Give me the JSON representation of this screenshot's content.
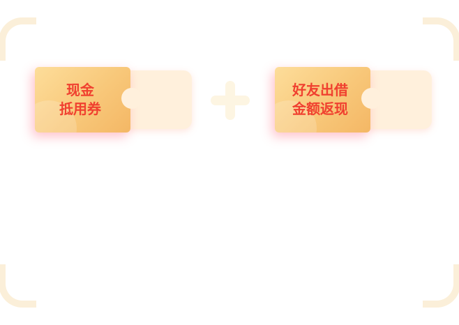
{
  "coupons": [
    {
      "line1": "现金",
      "line2": "抵用券"
    },
    {
      "line1": "好友出借",
      "line2": "金额返现"
    }
  ],
  "plus_icon": "plus-icon",
  "colors": {
    "coupon_text": "#f0402f",
    "coupon_bg": "#f8c87a",
    "stub_bg": "#fff0dc",
    "corner": "#fbefd9"
  }
}
